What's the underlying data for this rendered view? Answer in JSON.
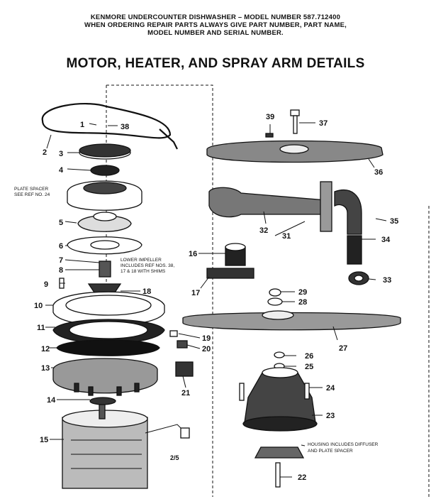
{
  "header": {
    "line1": "KENMORE UNDERCOUNTER DISHWASHER – MODEL NUMBER 587.712400",
    "line2": "WHEN ORDERING REPAIR PARTS ALWAYS GIVE PART NUMBER, PART NAME,",
    "line3": "MODEL NUMBER AND SERIAL NUMBER."
  },
  "title": "MOTOR, HEATER, AND SPRAY ARM DETAILS",
  "notes": {
    "plate_spacer_1": "PLATE SPACER",
    "plate_spacer_2": "SEE REF NO. 24",
    "impeller_1": "LOWER IMPELLER",
    "impeller_2": "INCLUDES REF NOS. 38,",
    "impeller_3": "17 & 18 WITH SHIMS",
    "housing_1": "HOUSING INCLUDES DIFFUSER",
    "housing_2": "AND PLATE SPACER"
  },
  "page_number": "2/5",
  "callouts": {
    "c1": "1",
    "c2": "2",
    "c3": "3",
    "c4": "4",
    "c5": "5",
    "c6": "6",
    "c7": "7",
    "c8": "8",
    "c9": "9",
    "c10": "10",
    "c11": "11",
    "c12": "12",
    "c13": "13",
    "c14": "14",
    "c15": "15",
    "c16": "16",
    "c17": "17",
    "c18": "18",
    "c19": "19",
    "c20": "20",
    "c21": "21",
    "c22": "22",
    "c23": "23",
    "c24": "24",
    "c25": "25",
    "c26": "26",
    "c27": "27",
    "c28": "28",
    "c29": "29",
    "c31": "31",
    "c32": "32",
    "c33": "33",
    "c34": "34",
    "c35": "35",
    "c36": "36",
    "c37": "37",
    "c38": "38",
    "c39": "39"
  }
}
